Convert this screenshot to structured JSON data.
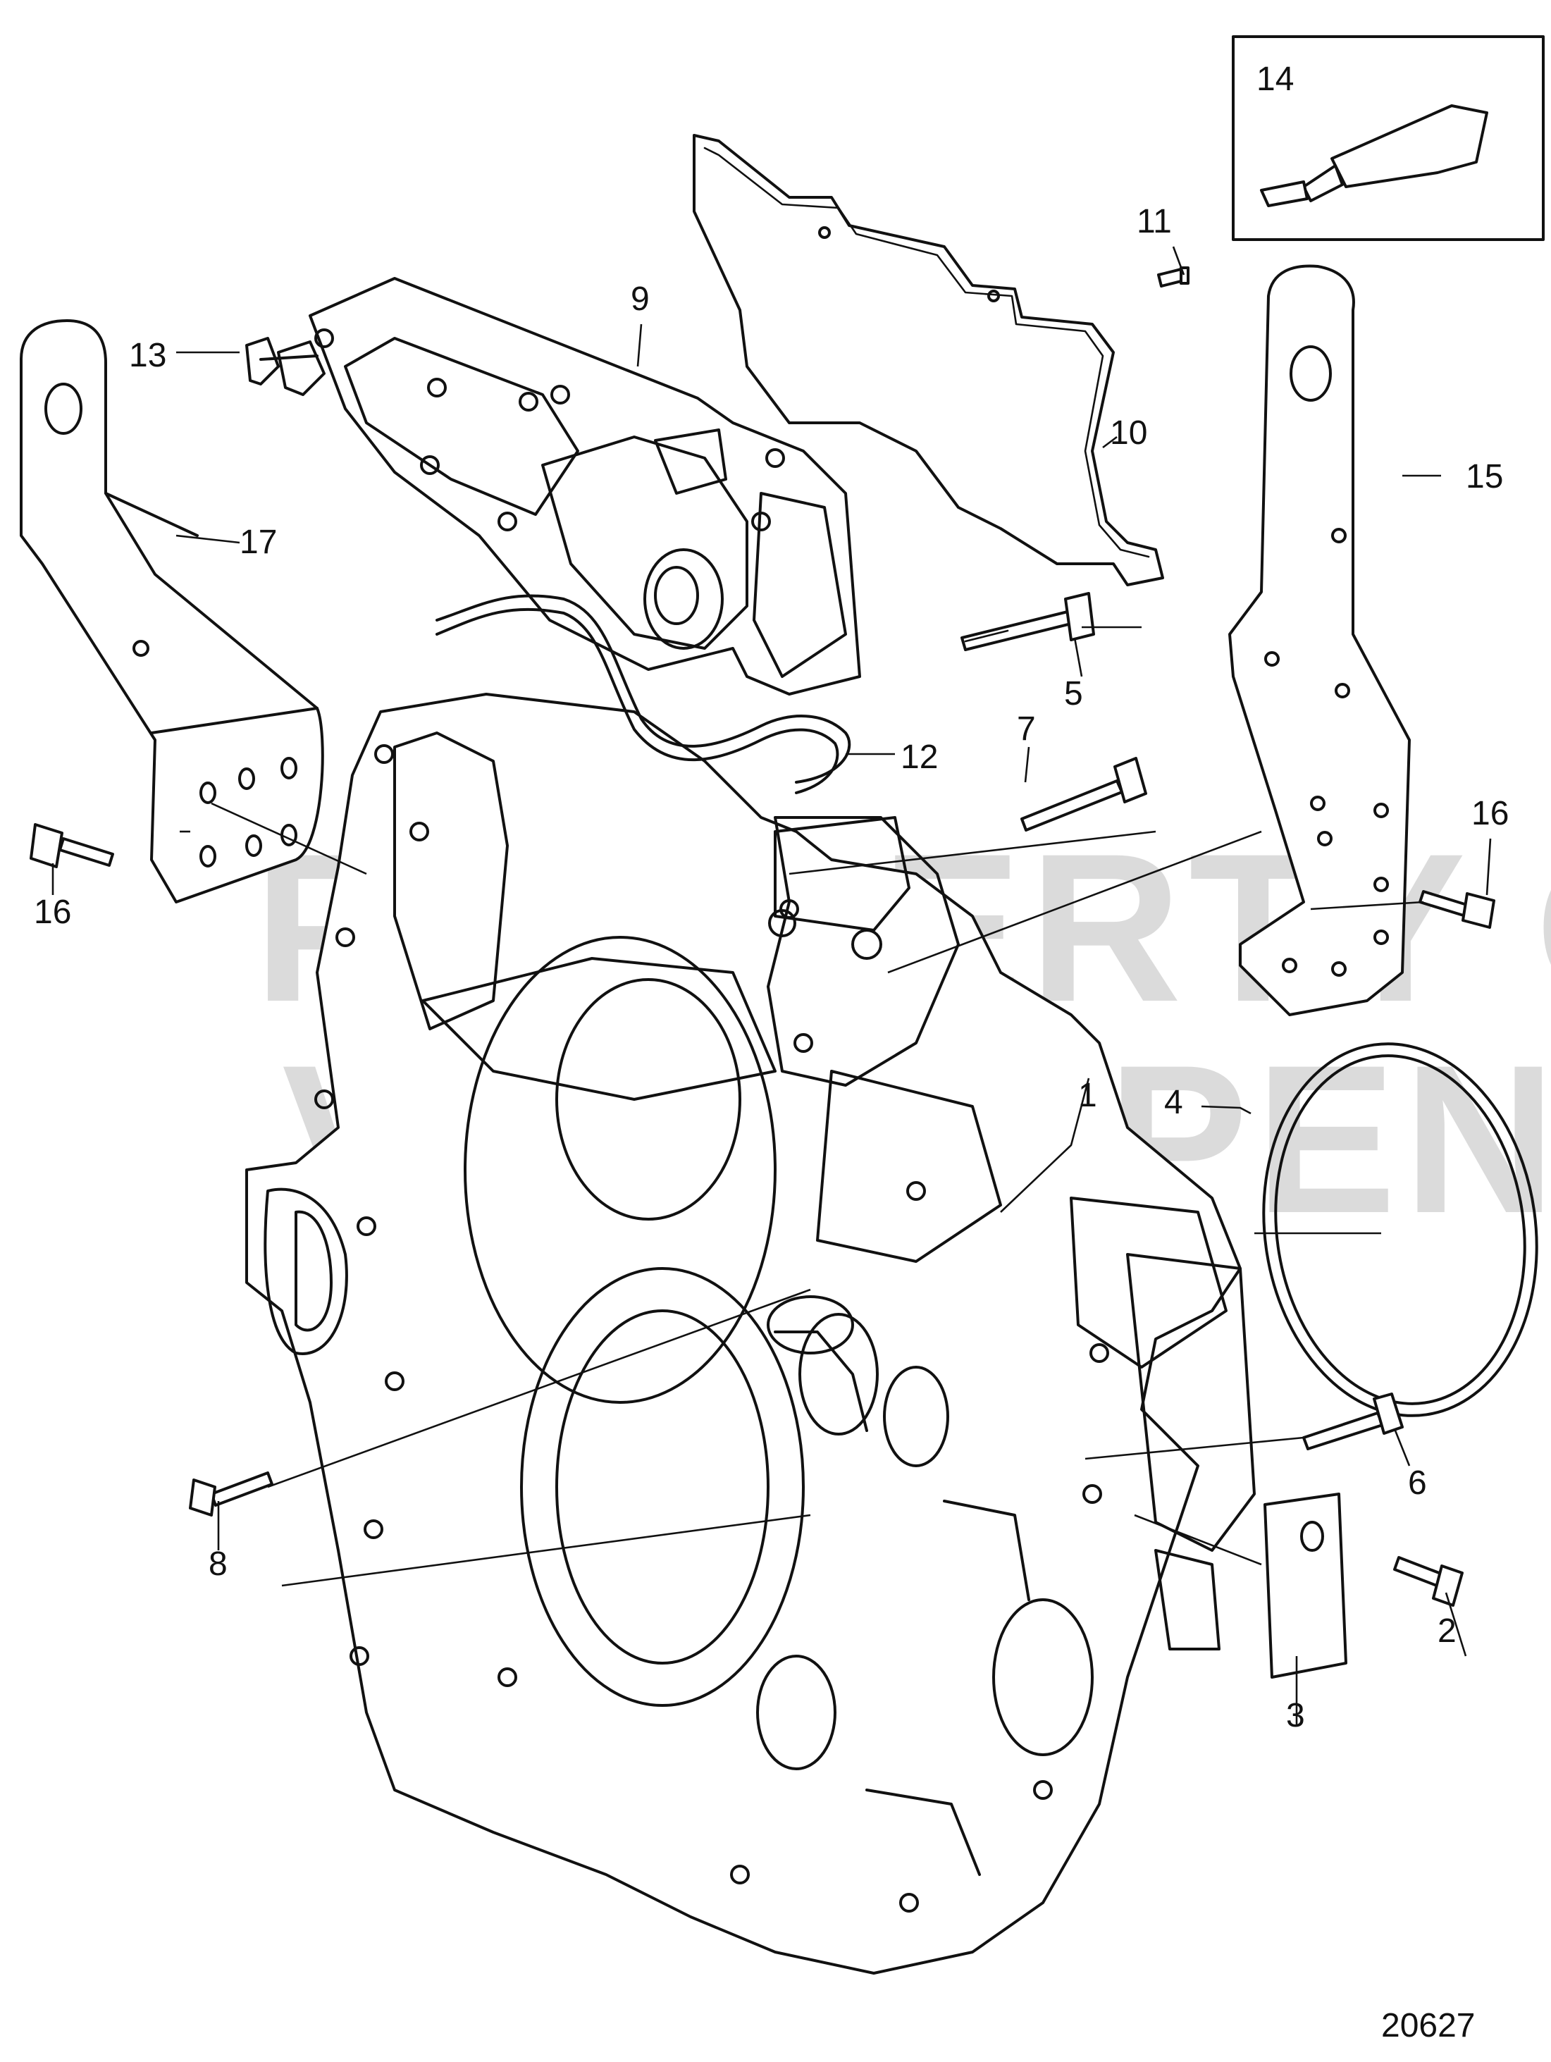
{
  "drawing_number": "20627",
  "watermark": [
    "PROPERTY OF",
    "VOLVO PENTA"
  ],
  "callouts": [
    {
      "id": "callout-1",
      "label": "1"
    },
    {
      "id": "callout-2",
      "label": "2"
    },
    {
      "id": "callout-3",
      "label": "3"
    },
    {
      "id": "callout-4",
      "label": "4"
    },
    {
      "id": "callout-5",
      "label": "5"
    },
    {
      "id": "callout-6",
      "label": "6"
    },
    {
      "id": "callout-7",
      "label": "7"
    },
    {
      "id": "callout-8",
      "label": "8"
    },
    {
      "id": "callout-9",
      "label": "9"
    },
    {
      "id": "callout-10",
      "label": "10"
    },
    {
      "id": "callout-11",
      "label": "11"
    },
    {
      "id": "callout-12",
      "label": "12"
    },
    {
      "id": "callout-13",
      "label": "13"
    },
    {
      "id": "callout-14",
      "label": "14"
    },
    {
      "id": "callout-15",
      "label": "15"
    },
    {
      "id": "callout-16a",
      "label": "16"
    },
    {
      "id": "callout-16b",
      "label": "16"
    },
    {
      "id": "callout-17",
      "label": "17"
    }
  ]
}
